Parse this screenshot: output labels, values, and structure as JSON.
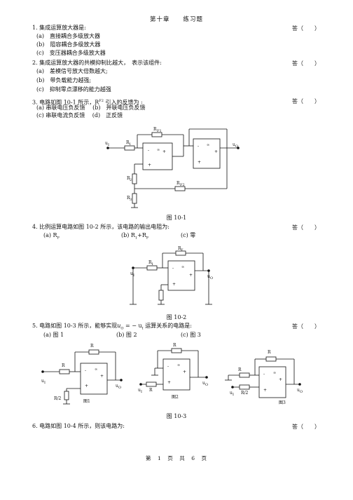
{
  "header": {
    "title": "第十章　　练习题"
  },
  "answer_label": "答（　　）",
  "questions": [
    {
      "stem": "1.  集成运算放大器是:",
      "options": [
        "(a)　直接耦合多级放大器",
        "(b)　阻容耦合多级放大器",
        "(c)　变压器耦合多级放大器"
      ]
    },
    {
      "stem": "2.  集成运算放大器的共模抑制比越大，　表示该组件:",
      "options": [
        "(a)　差模信号放大倍数越大;",
        "(b)　带负载能力越强;",
        "(c)　抑制零点漂移的能力越强"
      ]
    },
    {
      "stem": "3.  电路如图 10-1 所示，R",
      "stem_sup": "F2",
      "stem_tail": " 引入的反馈为 :",
      "options": [
        "(a)  串联电压负反馈　 (b)　并联电压负反馈",
        "(c)  串联电流负反馈　 (d)　正反馈"
      ]
    },
    {
      "stem": "4.  比例运算电路如图 10-2 所示，该电路的输出电阻为:",
      "options": [
        "(a) R",
        "(b) R",
        "(c)  零"
      ],
      "opt_a_sub": "F",
      "opt_b_sub1": "1",
      "opt_b_mid": "+R",
      "opt_b_sub2": "F"
    },
    {
      "stem": "5.  电路如图 10-3 所示，能够实现",
      "stem_formula": "u",
      "stem_formula_sub1": "O",
      "stem_formula_mid": " = − u",
      "stem_formula_sub2": "I",
      "stem_tail": " 运算关系的电路是:",
      "options": [
        "(a)  图 1",
        "(b)  图 2",
        "(c)  图 3"
      ]
    },
    {
      "stem": "6.  电路如图 10-4 所示，则该电路为:"
    }
  ],
  "figures": {
    "fig1": {
      "caption": "图 10-1",
      "labels": {
        "rf1": "R",
        "rf1_sub": "F1",
        "r1": "R",
        "r1_sub": "1",
        "r2": "R",
        "r2_sub": "2",
        "r3": "R",
        "r3_sub": "3",
        "rf2": "R",
        "rf2_sub": "F2",
        "ui": "u",
        "ui_sub": "I",
        "uo": "u",
        "uo_sub": "O",
        "minus": "-",
        "plus": "+",
        "inf": "∞"
      }
    },
    "fig2": {
      "caption": "图 10-2",
      "labels": {
        "rf": "R",
        "rf_sub": "F",
        "r1": "R",
        "r1_sub": "1",
        "ui": "u",
        "ui_sub": "I",
        "uo": "u",
        "uo_sub": "O",
        "minus": "-",
        "plus": "+",
        "inf": "∞"
      }
    },
    "fig3": {
      "caption": "图 10-3",
      "sub": [
        {
          "label": "图1",
          "r": "R",
          "r2": "R/2",
          "ui": "u",
          "ui_sub": "I",
          "uo": "u",
          "uo_sub": "O"
        },
        {
          "label": "图2",
          "r": "R",
          "ui": "u",
          "ui_sub": "I",
          "uo": "u",
          "uo_sub": "O"
        },
        {
          "label": "图3",
          "r": "R",
          "r2": "R/2",
          "ui": "u",
          "ui_sub": "I",
          "uo": "u",
          "uo_sub": "O"
        }
      ],
      "minus": "-",
      "plus": "+",
      "inf": "∞"
    }
  },
  "footer": {
    "text": "第　1　页　共　6　页"
  }
}
